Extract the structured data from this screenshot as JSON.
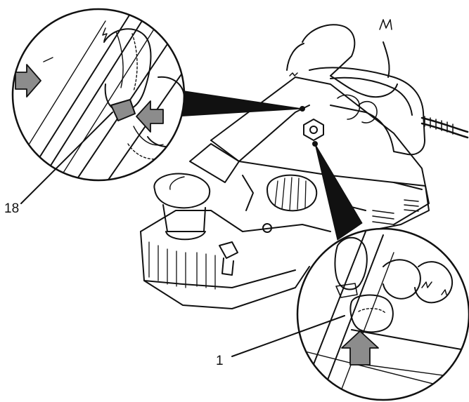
{
  "callouts": {
    "lock_lever": "18",
    "release_button": "1"
  },
  "colors": {
    "line": "#111111",
    "arrow_fill": "#8c8c8c",
    "background": "#ffffff"
  },
  "icons": {
    "press_arrow": "gray-block-arrow",
    "tool": "electric-planer"
  }
}
